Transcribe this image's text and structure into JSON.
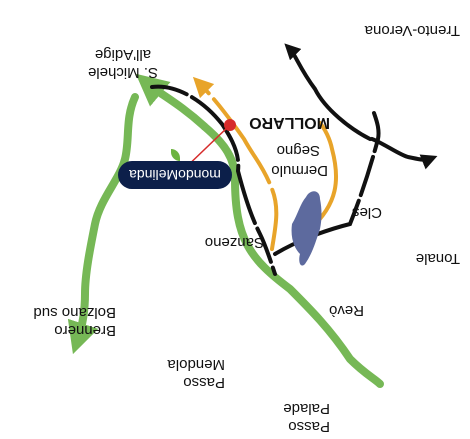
{
  "colors": {
    "green_route": "#76b856",
    "orange_route": "#e8a42a",
    "black_route": "#111111",
    "lake": "#5d6a9e",
    "marker": "#d62b2b",
    "logo_bg": "#0c1f4a"
  },
  "labels": {
    "trento_verona": "Trento-Verona",
    "s_michele_line1": "S. Michele",
    "s_michele_line2": "all'Adige",
    "mollaro": "MOLLARO",
    "segno": "Segno",
    "dermulo": "Dermulo",
    "cles": "Cles",
    "sanzeno": "Sanzeno",
    "tonale": "Tonale",
    "revo": "Revò",
    "brennero_line1": "Brennero",
    "brennero_line2": "Bolzano sud",
    "passo_mendola_line1": "Passo",
    "passo_mendola_line2": "Mendola",
    "passo_palade_line1": "Passo",
    "passo_palade_line2": "Palade"
  },
  "logo": {
    "text": "mondoMelinda",
    "icon": "leaf-icon"
  },
  "icons": {
    "marker": "location-dot-icon"
  }
}
